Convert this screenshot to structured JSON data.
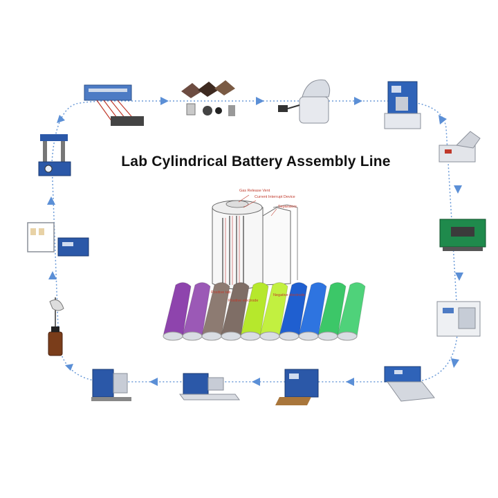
{
  "title": "Lab Cylindrical Battery Assembly Line",
  "diagram_labels": {
    "gas_release_vent": "Gas Release Vent",
    "current_interrupt_device": "Current Interrupt Device",
    "separators": "Separators",
    "positive_tab": "Positive tab",
    "positive_electrode": "Positive electrode",
    "negative_electrode": "Negative electrode"
  },
  "equipment_icons": [
    "battery-analyzer-icon",
    "coin-cell-parts-icon",
    "planetary-mixer-icon",
    "vacuum-mixer-icon",
    "coating-machine-icon",
    "rolling-press-icon",
    "vacuum-oven-icon",
    "slitting-machine-icon",
    "spot-welder-icon",
    "winding-machine-icon",
    "grooving-machine-icon",
    "electrolyte-filling-icon",
    "glovebox-system-icon",
    "crimping-machine-icon"
  ],
  "battery_colors": [
    "#8e44ad",
    "#9b59b6",
    "#8d7b72",
    "#7f6e66",
    "#b6e82c",
    "#c2f040",
    "#1f5fd0",
    "#2e74e0",
    "#3cc768",
    "#4fd27a"
  ],
  "colors": {
    "arrow": "#5b8fd6",
    "dashed_line": "#6a9ad8",
    "title": "#111111",
    "callout": "#c0392b"
  }
}
